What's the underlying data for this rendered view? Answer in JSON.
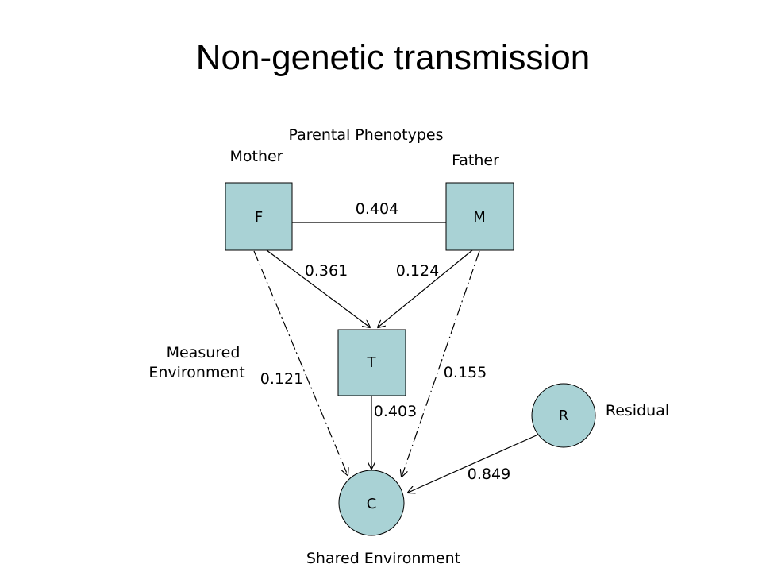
{
  "slide": {
    "title": "Non-genetic transmission"
  },
  "diagram": {
    "group_labels": {
      "parental_phenotypes": "Parental Phenotypes",
      "mother": "Mother",
      "father": "Father",
      "measured_environment_line1": "Measured",
      "measured_environment_line2": "Environment",
      "residual": "Residual",
      "shared_environment": "Shared Environment"
    },
    "nodes": {
      "F": "F",
      "M": "M",
      "T": "T",
      "R": "R",
      "C": "C"
    },
    "paths": {
      "F_M": "0.404",
      "F_T": "0.361",
      "M_T": "0.124",
      "F_C": "0.121",
      "M_C": "0.155",
      "T_C": "0.403",
      "R_C": "0.849"
    },
    "colors": {
      "node_fill": "#a9d2d5",
      "stroke": "#000000"
    }
  }
}
